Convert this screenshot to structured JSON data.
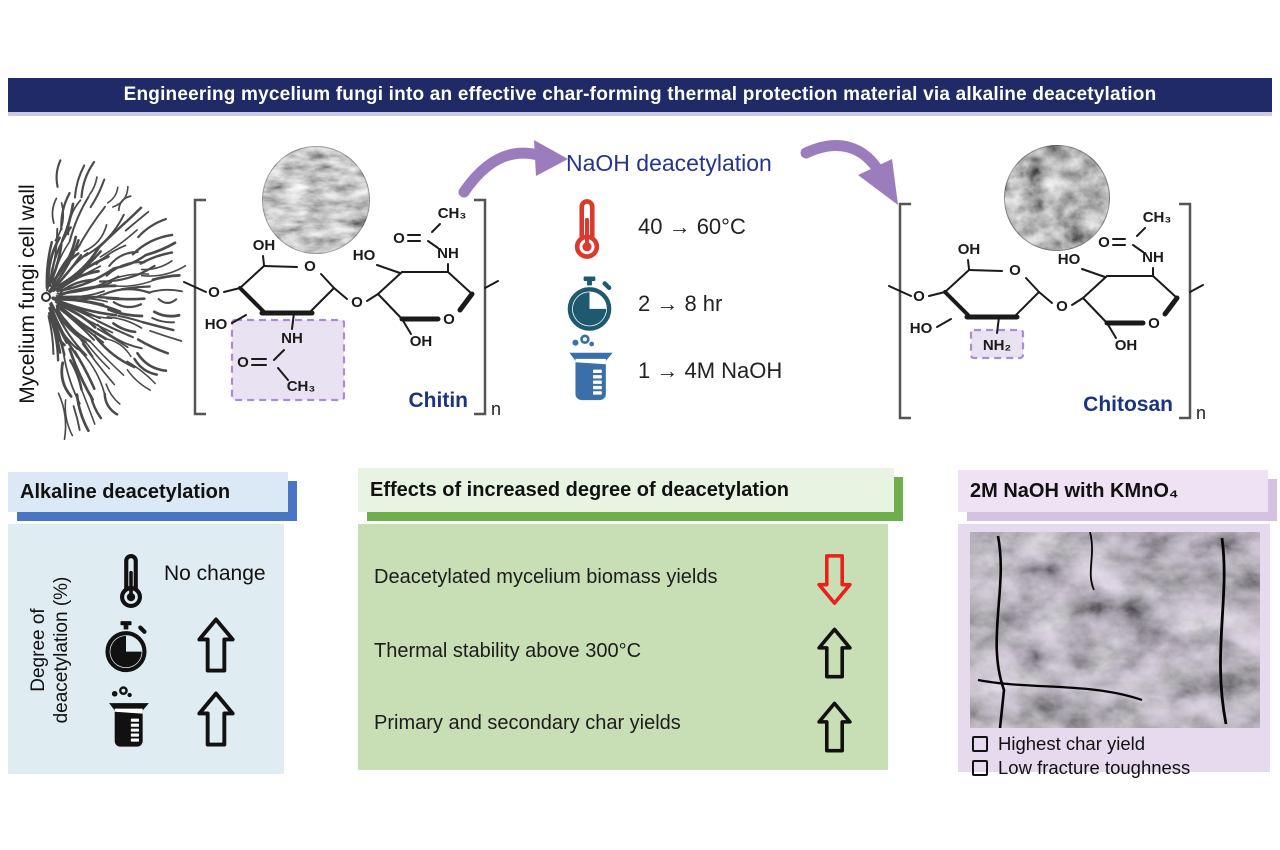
{
  "title": "Engineering mycelium fungi into an effective char-forming thermal protection material via alkaline deacetylation",
  "scheme": {
    "cell_wall_label": "Mycelium fungi cell wall",
    "reaction_label": "NaOH deacetylation",
    "conditions": [
      {
        "icon": "thermometer-icon",
        "icon_ref": "#icon-thermometer",
        "text": "40 → 60°C"
      },
      {
        "icon": "stopwatch-icon",
        "icon_ref": "#icon-stopwatch",
        "text": "2 → 8 hr"
      },
      {
        "icon": "beaker-icon",
        "icon_ref": "#icon-beaker",
        "text": "1 → 4M NaOH"
      }
    ],
    "molecule_labels": {
      "oh": "OH",
      "ho": "HO",
      "o": "O",
      "nh": "NH",
      "ch3": "CH₃",
      "nh2": "NH₂"
    },
    "chitin": {
      "name": "Chitin",
      "repeat": "n"
    },
    "chitosan": {
      "name": "Chitosan",
      "repeat": "n"
    }
  },
  "panels": [
    {
      "title": "Alkaline deacetylation",
      "y_axis_label": "Degree of deacetylation (%)",
      "rows": [
        {
          "icon": "thermometer-icon",
          "icon_ref": "#icon-thermometer",
          "effect_text": "No change"
        },
        {
          "icon": "stopwatch-icon",
          "icon_ref": "#icon-stopwatch",
          "effect": "increase",
          "arrow_icon": "#arrow-up",
          "arrow_color": "#111111"
        },
        {
          "icon": "beaker-icon",
          "icon_ref": "#icon-beaker",
          "effect": "increase",
          "arrow_icon": "#arrow-up",
          "arrow_color": "#111111"
        }
      ]
    },
    {
      "title": "Effects of increased degree of deacetylation",
      "rows": [
        {
          "text": "Deacetylated mycelium biomass yields",
          "effect": "decrease",
          "arrow_icon": "#arrow-down",
          "arrow_color": "#e8211a"
        },
        {
          "text": "Thermal stability above 300°C",
          "effect": "increase",
          "arrow_icon": "#arrow-up",
          "arrow_color": "#111111"
        },
        {
          "text": "Primary and secondary char yields",
          "effect": "increase",
          "arrow_icon": "#arrow-up",
          "arrow_color": "#111111"
        }
      ]
    },
    {
      "title": "2M NaOH with KMnO₄",
      "bullets": [
        "Highest char yield",
        "Low fracture toughness"
      ]
    }
  ],
  "colors": {
    "title_bar": "#1f2a66",
    "reaction_text": "#27348b",
    "structure_name": "#1c3380",
    "purple_arrow": "#9b7dbe",
    "highlight_box_fill": "#e9e2f2",
    "highlight_box_stroke": "#ab8cce",
    "thermometer_red": "#d93a2b",
    "stopwatch_teal": "#1d5a6f",
    "beaker_blue": "#3a6fa9",
    "decrease_arrow_red": "#e8211a",
    "panel1_header_bg": "#dbe9f6",
    "panel1_shadow": "#4a74c4",
    "panel1_body_bg": "#dfecf2",
    "panel2_header_bg": "#e9f3e1",
    "panel2_shadow": "#6fae4c",
    "panel2_body_bg": "#c8dfb5",
    "panel3_header_bg": "#eee2f4",
    "panel3_shadow": "#d5c1e0",
    "panel3_body_bg": "#e6dbee"
  }
}
